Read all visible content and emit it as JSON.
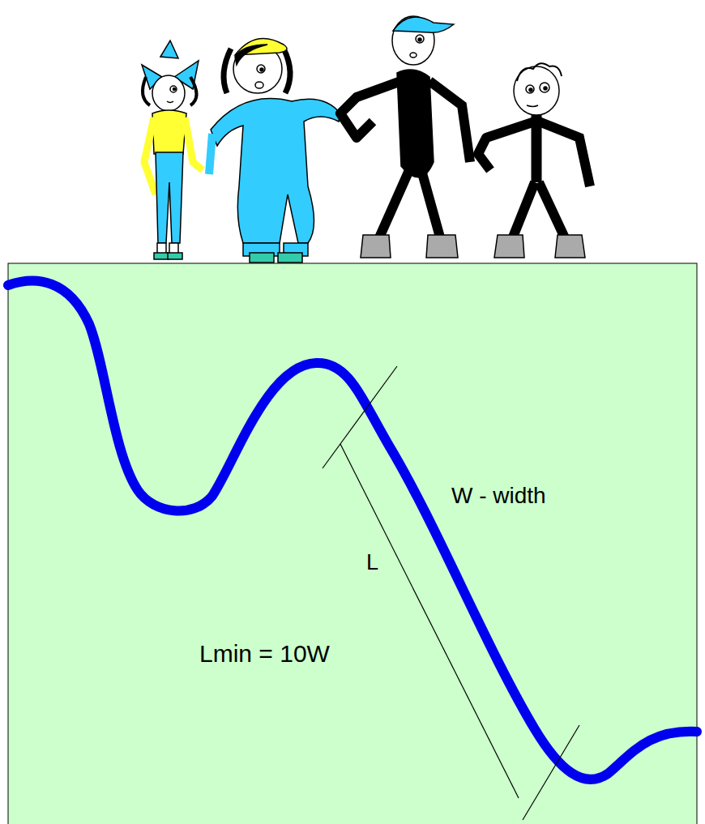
{
  "diagram": {
    "labels": [
      "W - width",
      "L",
      "Lmin = 10W"
    ]
  }
}
